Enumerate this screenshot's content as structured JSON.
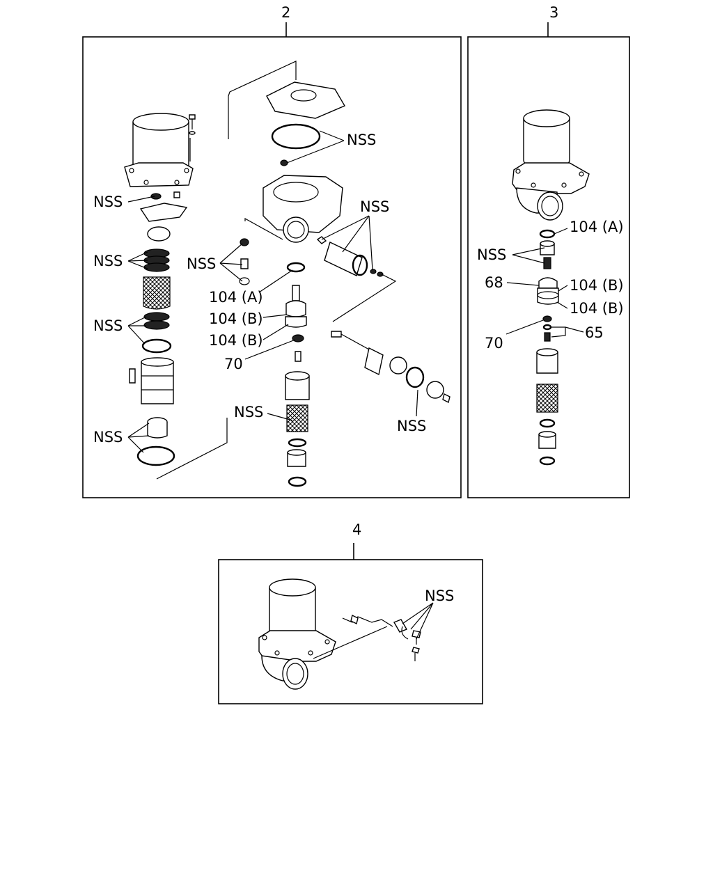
{
  "views": [
    {
      "number": "2"
    },
    {
      "number": "3"
    },
    {
      "number": "4"
    }
  ],
  "labels": {
    "nss": "NSS",
    "l104a": "104 (A)",
    "l104b": "104 (B)",
    "l68": "68",
    "l70": "70",
    "l65": "65"
  }
}
